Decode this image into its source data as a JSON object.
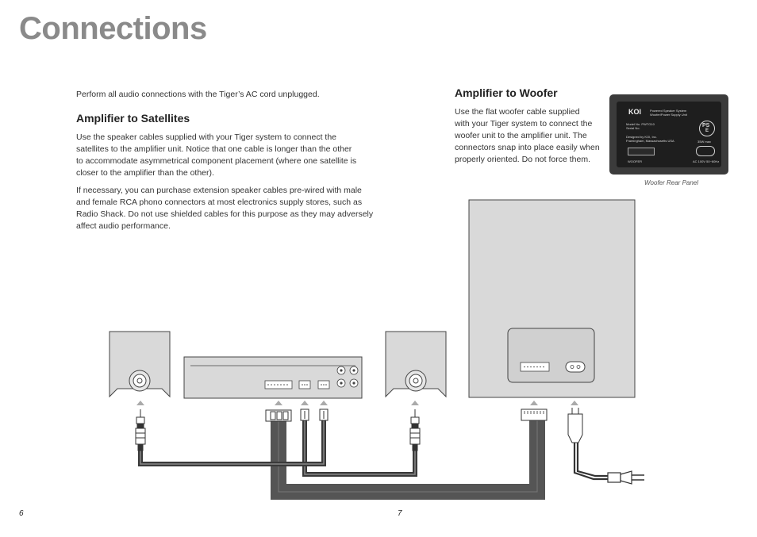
{
  "page": {
    "title": "Connections",
    "intro": "Perform all audio connections with the Tiger’s AC cord unplugged.",
    "left_page_number": "6",
    "right_page_number": "7"
  },
  "satellites_section": {
    "heading": "Amplifier to Satellites",
    "para1_lines": [
      "Use the speaker cables supplied with your Tiger system to connect the",
      "satellites to the amplifier unit. Notice that one cable is longer than the other",
      "to accommodate asymmetrical component placement (where one satellite is",
      "closer to the amplifier than the other)."
    ],
    "para2_lines": [
      "If necessary, you can purchase extension speaker cables pre-wired with male",
      "and female RCA phono connectors at most electronics supply stores, such as",
      "Radio Shack. Do not use shielded cables for this purpose as they may adversely",
      "affect audio performance."
    ]
  },
  "woofer_section": {
    "heading": "Amplifier to Woofer",
    "para_lines": [
      "Use the flat woofer cable supplied",
      "with your Tiger system to connect the",
      "woofer unit to the amplifier unit. The",
      "connectors snap into place easily when",
      "properly oriented. Do not force them."
    ],
    "image_caption": "Woofer Rear Panel"
  },
  "rear_panel": {
    "logo": "KOI",
    "subtitle_lines": [
      "Powered Speaker System",
      "Woofer/Power Supply Unit"
    ],
    "model_line": "Model No.  PWTG10",
    "serial_line": "Serial No.",
    "designed_lines": [
      "Designed by KOI, Inc.",
      "Framingham, Massachusetts USA"
    ],
    "pse_mark": "PS",
    "pse_sub": "E",
    "power_rating": "35W max",
    "port_label": "WOOFER",
    "voltage_label": "AC 100V 50~60Hz"
  }
}
